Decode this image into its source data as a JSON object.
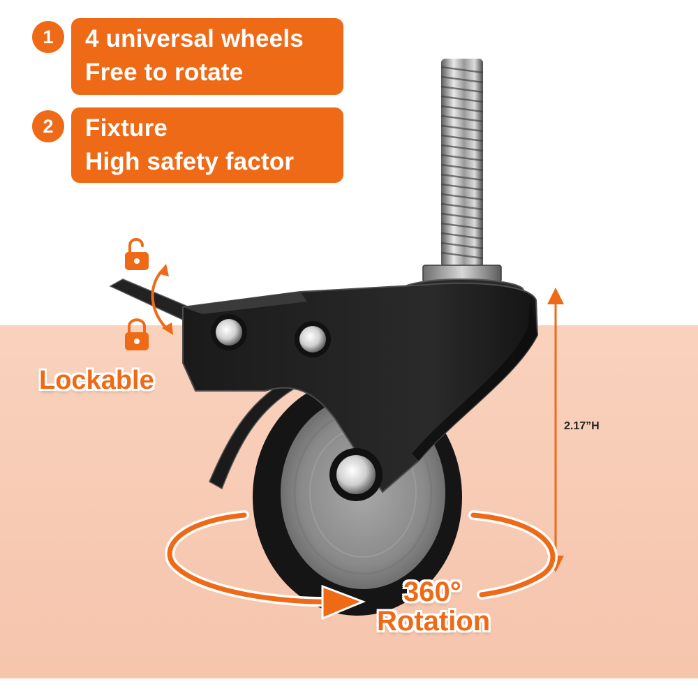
{
  "features": [
    {
      "number": "1",
      "line1": "4 universal wheels",
      "line2": "Free to rotate"
    },
    {
      "number": "2",
      "line1": "Fixture",
      "line2": "High safety factor"
    }
  ],
  "lock_label": "Lockable",
  "height_label": "2.17”H",
  "rotation": {
    "degrees": "360°",
    "label": "Rotation"
  },
  "colors": {
    "accent": "#ef6a17",
    "floor": "#f8cdb6",
    "caster_body": "#1f1f1f",
    "wheel_hub": "#8d8d8d"
  },
  "icons": [
    "unlocked-padlock-icon",
    "locked-padlock-icon",
    "curved-double-arrow-icon",
    "vertical-dimension-arrow-icon",
    "rotation-arrow-icon"
  ]
}
